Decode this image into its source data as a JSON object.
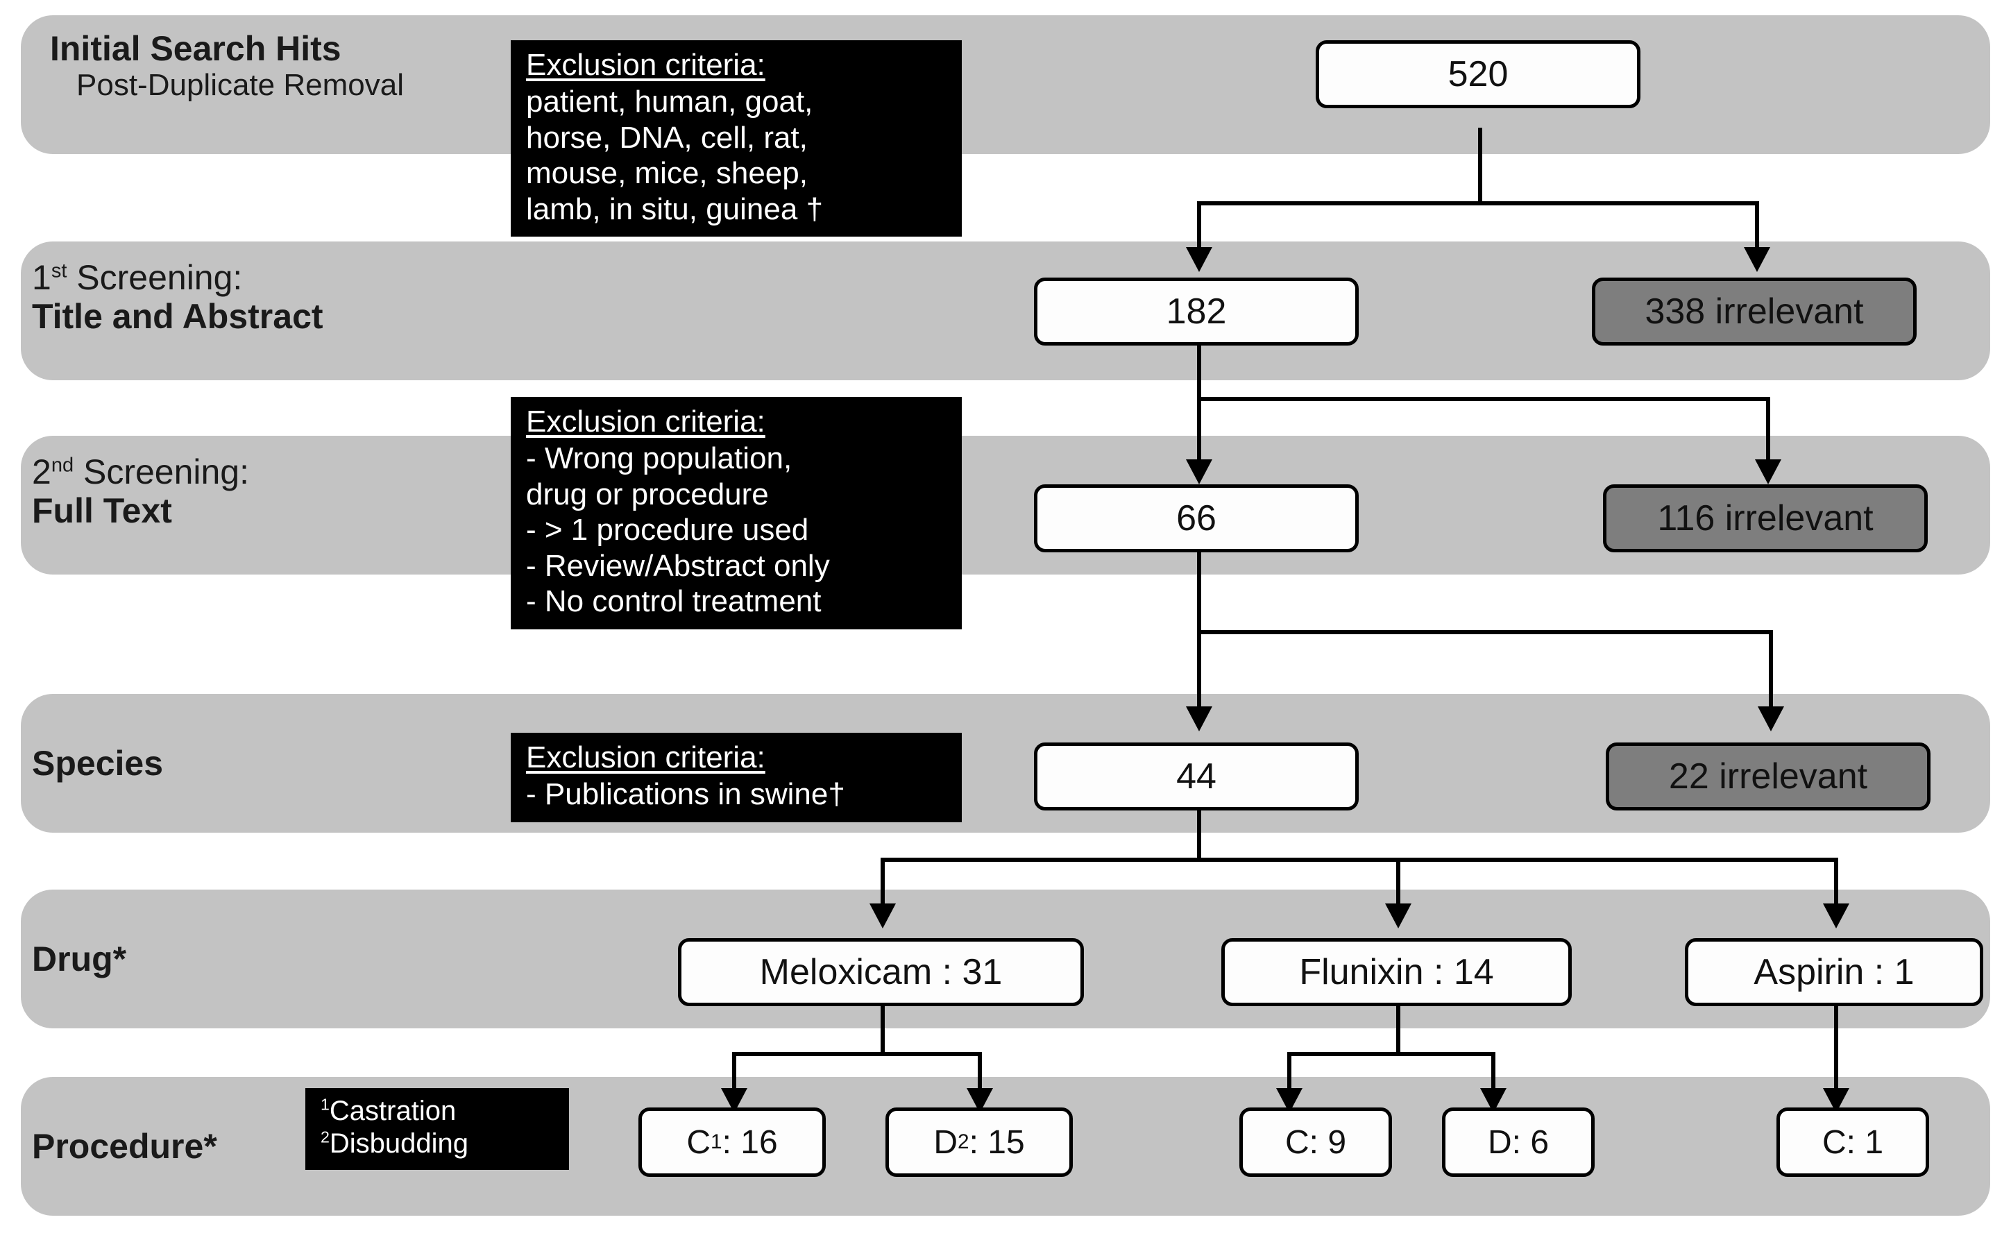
{
  "stages": [
    {
      "id": "initial-search-hits",
      "line1": "Initial Search Hits",
      "line2": "Post-Duplicate Removal",
      "sup": ""
    },
    {
      "id": "first-screening",
      "line1": "1",
      "sup": "st",
      "line1_rest": " Screening:",
      "line2": "Title and Abstract"
    },
    {
      "id": "second-screening",
      "line1": "2",
      "sup": "nd",
      "line1_rest": " Screening:",
      "line2": "Full Text"
    },
    {
      "id": "species",
      "line1": "Species",
      "line2": ""
    },
    {
      "id": "drug",
      "line1": "Drug*",
      "line2": ""
    },
    {
      "id": "procedure",
      "line1": "Procedure*",
      "line2": ""
    }
  ],
  "notes": {
    "exclusion1": {
      "title": "Exclusion criteria:",
      "lines": [
        "patient, human, goat,",
        "horse, DNA, cell, rat,",
        "mouse, mice, sheep,",
        "lamb, in situ, guinea †"
      ]
    },
    "exclusion2": {
      "title": "Exclusion criteria:",
      "lines": [
        "- Wrong population,",
        "drug or procedure",
        "- > 1 procedure used",
        "- Review/Abstract only",
        "- No control treatment"
      ]
    },
    "exclusion3": {
      "title": "Exclusion criteria:",
      "lines": [
        "- Publications in swine†"
      ]
    },
    "procedure_key": {
      "line1_sup": "1",
      "line1": "Castration",
      "line2_sup": "2",
      "line2": "Disbudding"
    }
  },
  "nodes": {
    "total": "520",
    "screen1_included": "182",
    "screen1_excluded": "338 irrelevant",
    "screen2_included": "66",
    "screen2_excluded": "116 irrelevant",
    "species_included": "44",
    "species_excluded": "22 irrelevant",
    "drug_meloxicam": "Meloxicam : 31",
    "drug_flunixin": "Flunixin : 14",
    "drug_aspirin": "Aspirin : 1",
    "proc_meloxicam_c": {
      "letter": "C",
      "sup": "1",
      "rest": " : 16"
    },
    "proc_meloxicam_d": {
      "letter": "D",
      "sup": "2",
      "rest": " : 15"
    },
    "proc_flunixin_c": {
      "letter": "C",
      "sup": "",
      "rest": " : 9"
    },
    "proc_flunixin_d": {
      "letter": "D",
      "sup": "",
      "rest": " : 6"
    },
    "proc_aspirin_c": {
      "letter": "C",
      "sup": "",
      "rest": " : 1"
    }
  },
  "chart_data": {
    "type": "diagram",
    "title": "PRISMA-style study selection flow diagram",
    "stages": [
      "Initial Search Hits (Post-Duplicate Removal)",
      "1st Screening: Title and Abstract",
      "2nd Screening: Full Text",
      "Species",
      "Drug*",
      "Procedure*"
    ],
    "flow": [
      {
        "from": "Initial Search Hits",
        "included": 520
      },
      {
        "from": "1st Screening",
        "included": 182,
        "excluded": 338
      },
      {
        "from": "2nd Screening",
        "included": 66,
        "excluded": 116
      },
      {
        "from": "Species",
        "included": 44,
        "excluded": 22
      },
      {
        "from": "Drug",
        "breakdown": [
          {
            "name": "Meloxicam",
            "value": 31
          },
          {
            "name": "Flunixin",
            "value": 14
          },
          {
            "name": "Aspirin",
            "value": 1
          }
        ]
      },
      {
        "from": "Procedure",
        "breakdown": [
          {
            "name": "Meloxicam / Castration",
            "value": 16
          },
          {
            "name": "Meloxicam / Disbudding",
            "value": 15
          },
          {
            "name": "Flunixin / Castration",
            "value": 9
          },
          {
            "name": "Flunixin / Disbudding",
            "value": 6
          },
          {
            "name": "Aspirin / Castration",
            "value": 1
          }
        ]
      }
    ],
    "colors": {
      "band": "#c3c3c3",
      "included_box": "#fdfdfd",
      "excluded_box": "#7e7e7e",
      "note_box": "#000000"
    }
  }
}
